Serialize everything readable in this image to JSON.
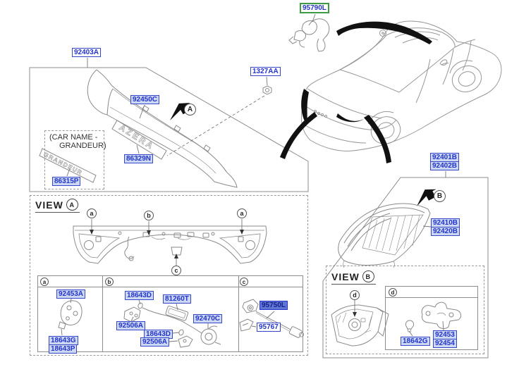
{
  "labels": {
    "camera_assy": "95790L",
    "garnish_assy": "92403A",
    "nut": "1327AA",
    "molding": "92450C",
    "emblem_azera_part": "86329N",
    "emblem_grandeur_part": "86315P",
    "lamp_assy_rh": "92401B",
    "lamp_assy_lh": "92402B",
    "lamp_unit_rh": "92410B",
    "lamp_unit_lh": "92420B",
    "pad": "92453A",
    "screw_g": "18643G",
    "screw_p": "18643P",
    "grommet_top": "18643D",
    "connector": "81260T",
    "bracket_top": "92506A",
    "grommet_bottom": "18643D",
    "bracket_bottom": "92506A",
    "socket": "92470C",
    "camera_wiring": "95750L",
    "camera_bracket": "95767",
    "bulb": "18642G",
    "holder_upper": "92453",
    "holder_lower": "92454"
  },
  "notes": {
    "car_name_line1": "(CAR NAME -",
    "car_name_line2": "GRANDEUR)"
  },
  "views": {
    "a_title": "VIEW",
    "b_title": "VIEW"
  },
  "markers": {
    "big_a": "A",
    "big_b": "B",
    "small_a": "a",
    "small_b": "b",
    "small_c": "c",
    "small_d": "d"
  },
  "emblem_text": {
    "azera": "AZERA",
    "grandeur": "GRANDEUR"
  },
  "colors": {
    "label_bg": "#ccd7f1",
    "label_border": "#3647c9",
    "label_text": "#2334cb",
    "highlight_bg": "#6277d2",
    "green_border": "#3f9b41",
    "line": "#8c8c8c"
  }
}
